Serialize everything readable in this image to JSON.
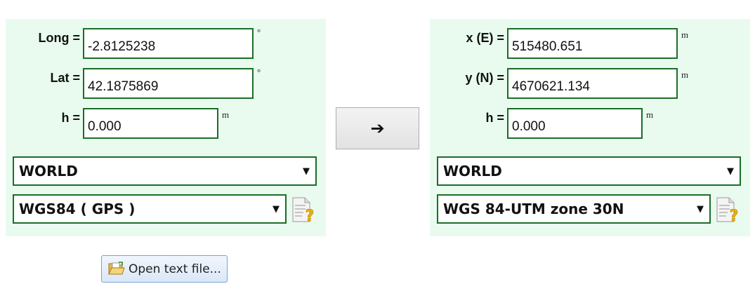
{
  "source": {
    "long": {
      "label": "Long =",
      "value": "-2.8125238",
      "unit": "°"
    },
    "lat": {
      "label": "Lat =",
      "value": "42.1875869",
      "unit": "°"
    },
    "h": {
      "label": "h =",
      "value": "0.000",
      "unit": "m"
    },
    "region_select": "WORLD",
    "system_select": "WGS84 ( GPS )"
  },
  "convert": {
    "label": "➔"
  },
  "target": {
    "x": {
      "label": "x (E) =",
      "value": "515480.651",
      "unit": "m"
    },
    "y": {
      "label": "y (N) =",
      "value": "4670621.134",
      "unit": "m"
    },
    "h": {
      "label": "h =",
      "value": "0.000",
      "unit": "m"
    },
    "region_select": "WORLD",
    "system_select": "WGS 84-UTM zone 30N"
  },
  "open_file": {
    "label": "Open text file..."
  },
  "icons": {
    "caret": "▼",
    "help": "document-help-icon",
    "folder": "open-folder-icon"
  },
  "colors": {
    "panel_bg": "#e9fbef",
    "field_border": "#1a6e26",
    "help_accent": "#f0b400"
  }
}
